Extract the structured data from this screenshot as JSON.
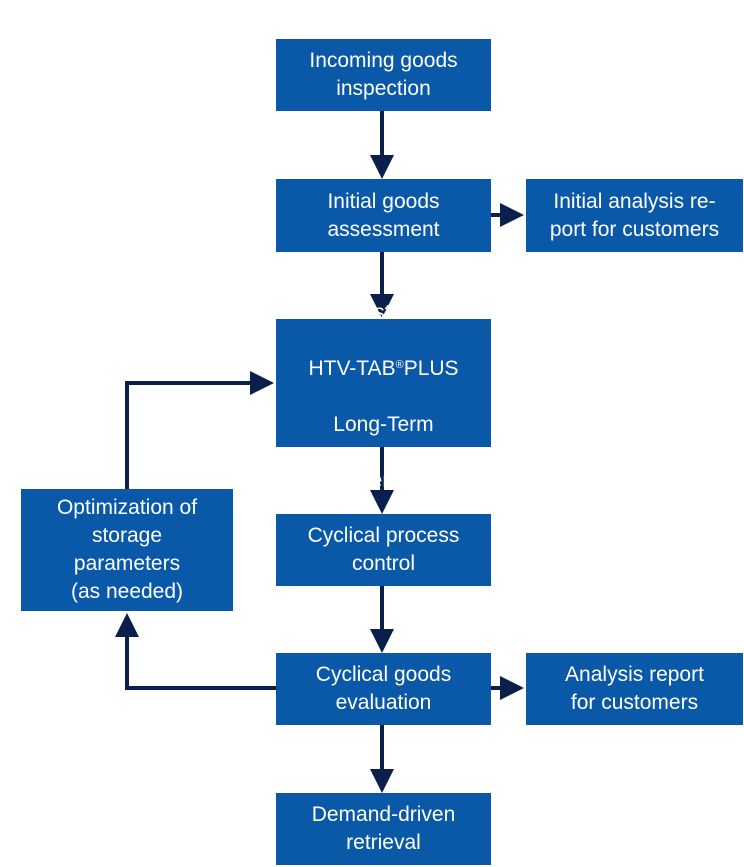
{
  "diagram": {
    "colors": {
      "box_fill": "#0a58a8",
      "box_text": "#ffffff",
      "arrow": "#0b1f4d"
    },
    "nodes": {
      "incoming": {
        "label": "Incoming goods\ninspection"
      },
      "initial_assessment": {
        "label": "Initial goods\nassessment"
      },
      "initial_report": {
        "label": "Initial analysis re-\nport for customers"
      },
      "conservation": {
        "line1": "Custom",
        "line2_a": "HTV-TAB",
        "line2_reg": "®",
        "line2_b": "PLUS",
        "line3": "Long-Term",
        "line4": "Conservation"
      },
      "optimization": {
        "label": "Optimization of\nstorage\nparameters\n(as needed)"
      },
      "process_control": {
        "label": "Cyclical process\ncontrol"
      },
      "evaluation": {
        "label": "Cyclical goods\nevaluation"
      },
      "analysis_report": {
        "label": "Analysis report\nfor customers"
      },
      "retrieval": {
        "label": "Demand-driven\nretrieval"
      }
    }
  }
}
